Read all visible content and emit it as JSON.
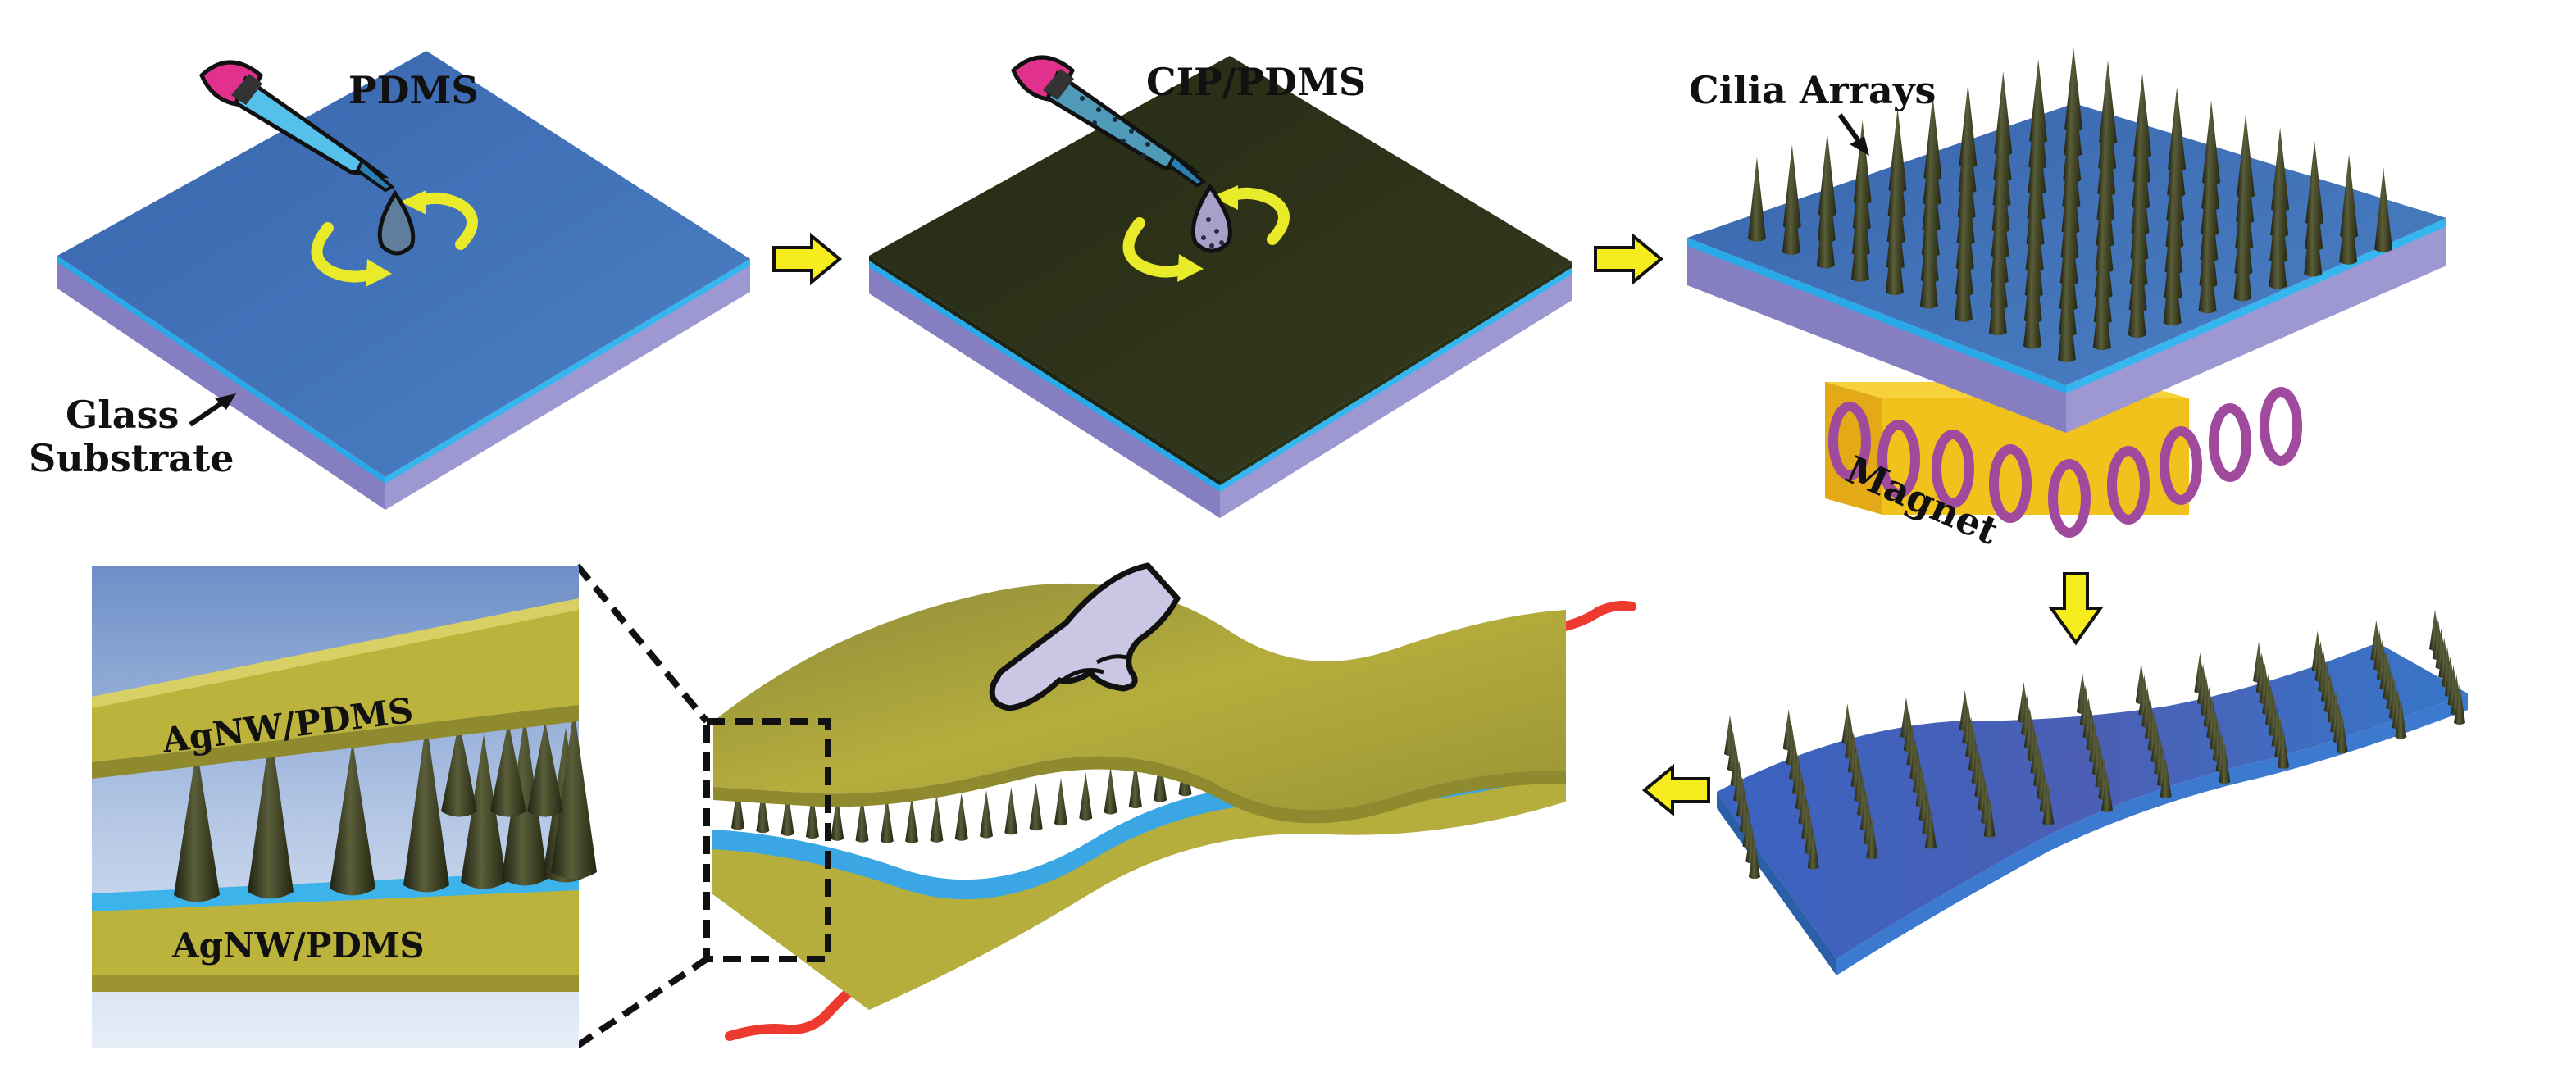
{
  "labels": {
    "pdms": "PDMS",
    "glass_line1": "Glass",
    "glass_line2": "Substrate",
    "cip_pdms": "CIP/PDMS",
    "cilia_arrays": "Cilia Arrays",
    "magnet": "Magnet",
    "agnw_top": "AgNW/PDMS",
    "agnw_bottom": "AgNW/PDMS"
  },
  "colors": {
    "pdms_blue": "#3f6fb4",
    "glass_purple": "#8f88c6",
    "cyan_edge": "#2aa9e8",
    "cip_dark": "#2c3219",
    "cilia_olive": "#3b3e25",
    "agnw_yellow": "#b5ad3c",
    "magnet_yellow": "#f2c21c",
    "coil_purple": "#a04a9d",
    "arrow_yellow": "#f6ec1e",
    "wire_red": "#ee3a2e",
    "dropper_pink": "#e2318c"
  },
  "steps": [
    "pdms-spin-coat",
    "cip-pdms-spin-coat",
    "magnetic-cilia-growth",
    "peel-off-flexible-film",
    "assembled-sensor"
  ],
  "icons": [
    "dropper-icon",
    "rotation-arrows-icon",
    "process-arrow-icon",
    "finger-icon",
    "magnet-coil-icon",
    "zoom-inset"
  ]
}
